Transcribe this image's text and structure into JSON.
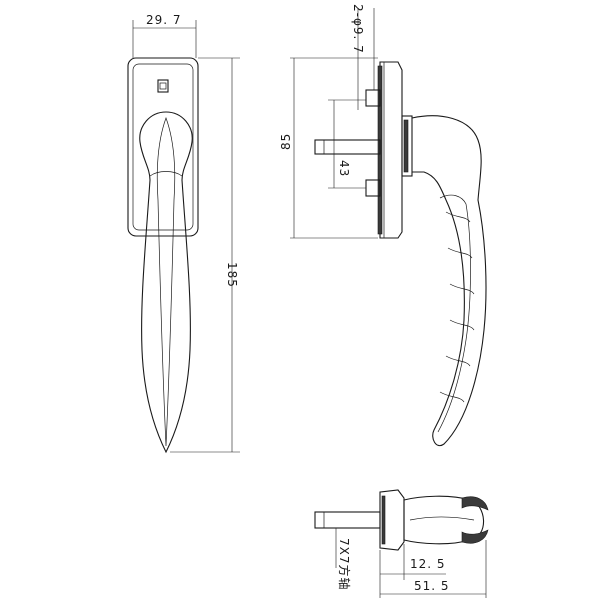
{
  "dimensions": {
    "front_width": "29. 7",
    "overall_height": "185",
    "holes": "2-φ9. 7",
    "hole_spacing": "85",
    "spindle_offset": "43",
    "spindle_spec": "7X7方轴",
    "base_depth": "12. 5",
    "total_depth": "51. 5"
  },
  "colors": {
    "line": "#1a1a1a",
    "shade": "#3a3a3a",
    "background": "#ffffff"
  }
}
